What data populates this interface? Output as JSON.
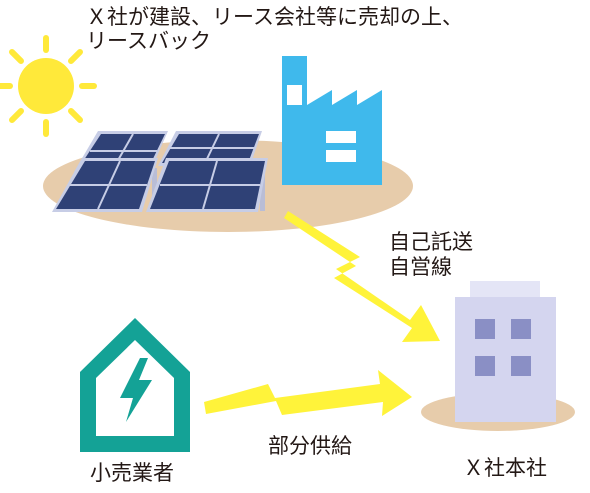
{
  "labels": {
    "title_line_1": "Ｘ社が建設、リース会社等に売却の上、",
    "title_line_2": "リースバック",
    "self_line_1": "自己託送",
    "self_line_2": "自営線",
    "seller": "小売業者",
    "partial_supply": "部分供給",
    "headquarters": "Ｘ社本社"
  },
  "colors": {
    "sun": "#ffe93a",
    "ground": "#e7ccab",
    "solar_frame": "#c7cde6",
    "solar_cell": "#2f4176",
    "factory": "#3fb9ec",
    "lightning": "#fff33a",
    "building": "#d4d5ef",
    "building_window": "#8a8fc5",
    "house": "#14a296",
    "text": "#231815"
  },
  "icons": {
    "sun": "sun-icon",
    "solar_panels": "solar-panel-icon",
    "factory": "factory-icon",
    "building": "office-building-icon",
    "house": "power-house-icon",
    "arrows": "lightning-arrow-icon"
  }
}
